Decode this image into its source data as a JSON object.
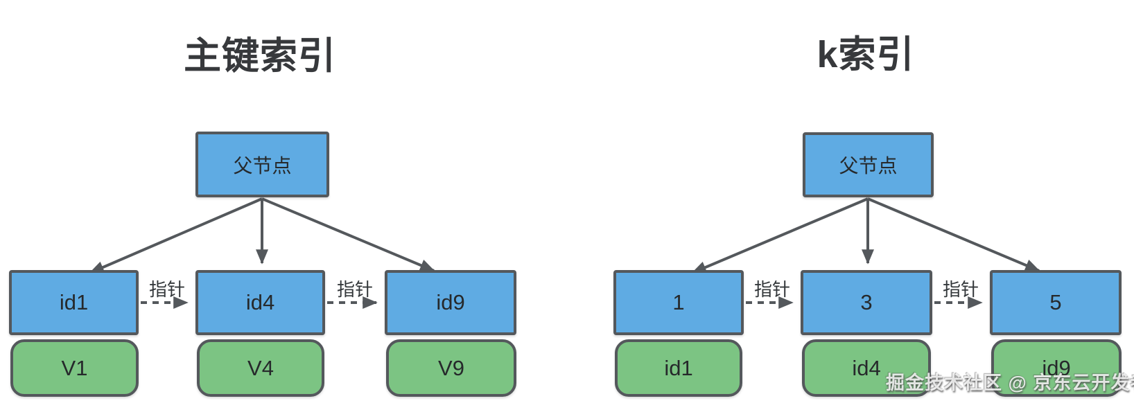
{
  "diagrams": [
    {
      "title": "主键索引",
      "parent_label": "父节点",
      "pointer_label": "指针",
      "nodes": [
        {
          "key": "id1",
          "value": "V1"
        },
        {
          "key": "id4",
          "value": "V4"
        },
        {
          "key": "id9",
          "value": "V9"
        }
      ]
    },
    {
      "title": "k索引",
      "parent_label": "父节点",
      "pointer_label": "指针",
      "nodes": [
        {
          "key": "1",
          "value": "id1"
        },
        {
          "key": "3",
          "value": "id4"
        },
        {
          "key": "5",
          "value": "id9"
        }
      ]
    }
  ],
  "watermark": {
    "text": "掘金技术社区 @ 京东云开发者"
  },
  "colors": {
    "node_blue": "#5fabe3",
    "node_green": "#7cc483",
    "border": "#54585c",
    "arrow": "#54585c",
    "title_text": "#37393c",
    "background": "#ffffff"
  }
}
